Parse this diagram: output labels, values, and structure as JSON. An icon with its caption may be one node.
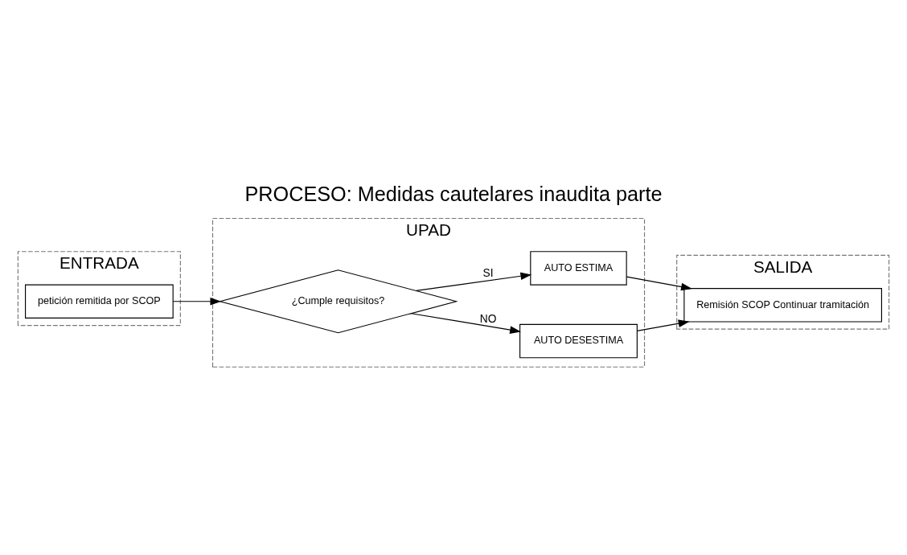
{
  "diagram": {
    "title": "PROCESO: Medidas cautelares inaudita parte",
    "nodes": [
      {
        "text": [
          "ENTRADA"
        ]
      },
      {
        "text": [
          "petición remitida por SCOP"
        ],
        "in": 0
      },
      {
        "text": [
          "UPAD"
        ]
      },
      {
        "text": [
          "¿Cumple requisitos?"
        ],
        "in": 2
      },
      {
        "text": [
          "AUTO ESTIMA"
        ],
        "in": 2
      },
      {
        "text": [
          "AUTO DESESTIMA"
        ],
        "in": 2
      },
      {
        "text": [
          "SALIDA"
        ]
      },
      {
        "text": [
          "Remisión SCOP Continuar tramitación"
        ],
        "in": 6
      }
    ],
    "edges": [
      {
        "from": 1,
        "to": 3,
        "arrow": "to"
      },
      {
        "from": 3,
        "to": 4,
        "arrow": "to",
        "label": "SI"
      },
      {
        "from": 3,
        "to": 5,
        "arrow": "to",
        "label": "NO"
      },
      {
        "from": 4,
        "to": 7,
        "arrow": "to"
      },
      {
        "from": 5,
        "to": 7,
        "arrow": "to"
      }
    ]
  }
}
